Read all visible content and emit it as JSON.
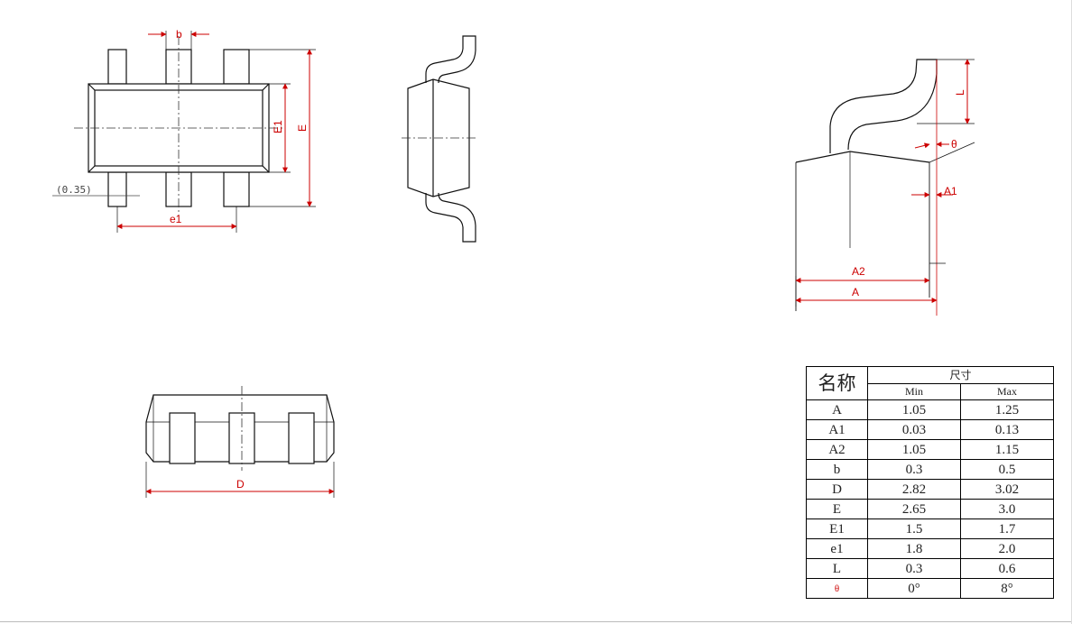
{
  "labels": {
    "b": "b",
    "e1": "e1",
    "E1": "E1",
    "E": "E",
    "ref": "(0.35)",
    "D": "D",
    "L": "L",
    "theta": "θ",
    "A1": "A1",
    "A2": "A2",
    "A": "A"
  },
  "colors": {
    "dimension": "#cc0000",
    "outline": "#111111",
    "centerline": "#333333"
  },
  "table": {
    "name_header": "名称",
    "group_header": "尺寸",
    "min_header": "Min",
    "max_header": "Max",
    "rows": [
      {
        "name": "A",
        "min": "1.05",
        "max": "1.25"
      },
      {
        "name": "A1",
        "min": "0.03",
        "max": "0.13"
      },
      {
        "name": "A2",
        "min": "1.05",
        "max": "1.15"
      },
      {
        "name": "b",
        "min": "0.3",
        "max": "0.5"
      },
      {
        "name": "D",
        "min": "2.82",
        "max": "3.02"
      },
      {
        "name": "E",
        "min": "2.65",
        "max": "3.0"
      },
      {
        "name": "E1",
        "min": "1.5",
        "max": "1.7"
      },
      {
        "name": "e1",
        "min": "1.8",
        "max": "2.0"
      },
      {
        "name": "L",
        "min": "0.3",
        "max": "0.6"
      },
      {
        "name": "θ",
        "min": "0°",
        "max": "8°"
      }
    ]
  }
}
